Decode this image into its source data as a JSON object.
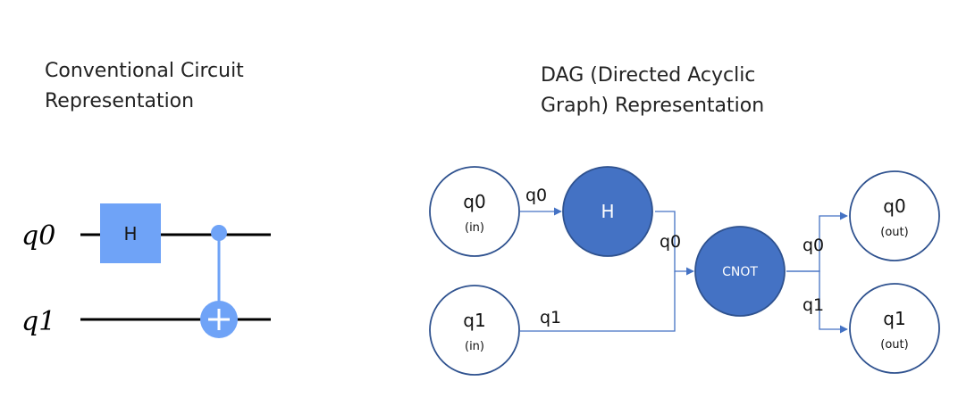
{
  "circuit": {
    "title_line1": "Conventional Circuit",
    "title_line2": "Representation",
    "wires": [
      {
        "label": "q0"
      },
      {
        "label": "q1"
      }
    ],
    "h_gate_label": "H",
    "colors": {
      "h_gate": "#6fa3f7",
      "cnot": "#6fa3f7",
      "wire": "#000000"
    }
  },
  "dag": {
    "title_line1": "DAG (Directed Acyclic",
    "title_line2": "Graph) Representation",
    "nodes": {
      "q0_in": {
        "label": "q0",
        "sub": "(in)"
      },
      "q1_in": {
        "label": "q1",
        "sub": "(in)"
      },
      "h": {
        "label": "H"
      },
      "cnot": {
        "label": "CNOT"
      },
      "q0_out": {
        "label": "q0",
        "sub": "(out)"
      },
      "q1_out": {
        "label": "q1",
        "sub": "(out)"
      }
    },
    "edges": {
      "q0_in_to_h": "q0",
      "h_to_cnot": "q0",
      "q1_in_to_cnot": "q1",
      "cnot_to_q0_out": "q0",
      "cnot_to_q1_out": "q1"
    },
    "colors": {
      "op_fill": "#4472c4",
      "node_stroke": "#2f528f",
      "edge": "#4472c4"
    }
  }
}
